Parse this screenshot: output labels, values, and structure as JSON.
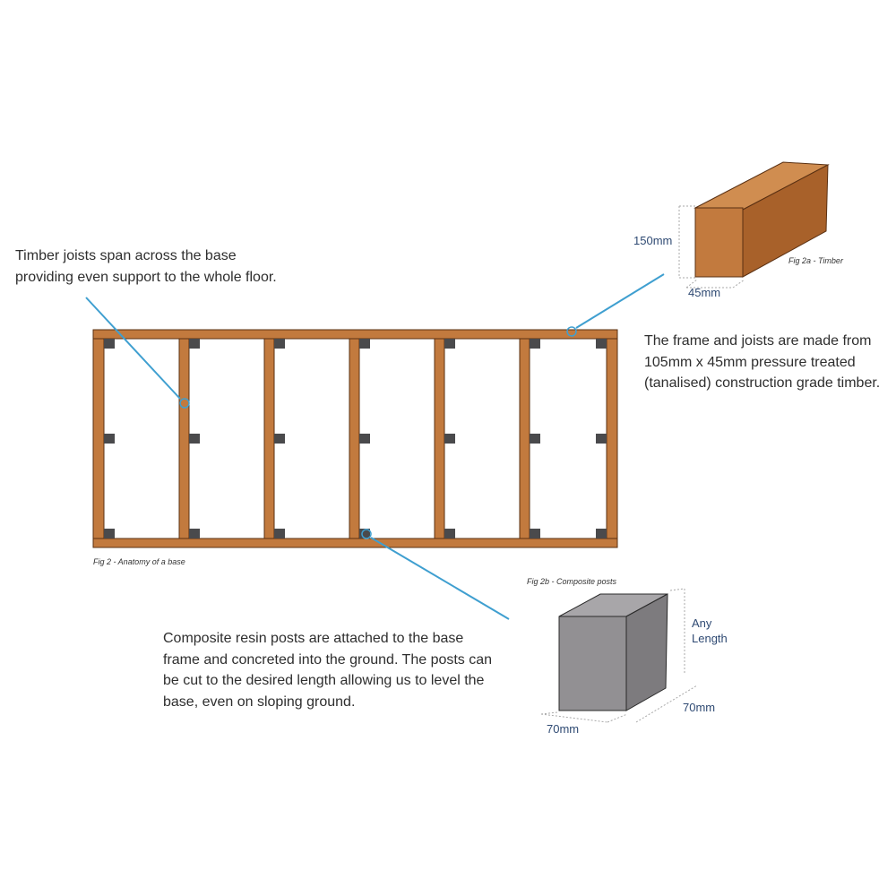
{
  "annotations": {
    "joists_text": [
      "Timber joists span across the base",
      "providing even support to the whole floor."
    ],
    "frame_text": [
      "The frame and joists are made from",
      "105mm x 45mm pressure treated",
      "(tanalised) construction grade timber."
    ],
    "posts_text": [
      "Composite resin posts are attached to the base",
      "frame and concreted into the ground. The posts can",
      "be cut to the desired length allowing us to level the",
      "base, even on sloping ground."
    ]
  },
  "captions": {
    "fig2": "Fig 2 - Anatomy of a base",
    "fig2a": "Fig 2a - Timber",
    "fig2b": "Fig 2b - Composite posts"
  },
  "dimensions": {
    "timber_height": "150mm",
    "timber_width": "45mm",
    "post_depth": "70mm",
    "post_width": "70mm",
    "post_length_line1": "Any",
    "post_length_line2": "Length"
  },
  "colors": {
    "timber": "#c27a3e",
    "timber_side": "#a8612a",
    "timber_top": "#d08d50",
    "timber_outline": "#5a3012",
    "post": "#929093",
    "post_side": "#7d7b7e",
    "post_top": "#a8a6a9",
    "post_outline": "#2a2a2a",
    "post_square": "#4a4a4c",
    "leader": "#3f9fd0",
    "dimension_text": "#2f4a73"
  }
}
